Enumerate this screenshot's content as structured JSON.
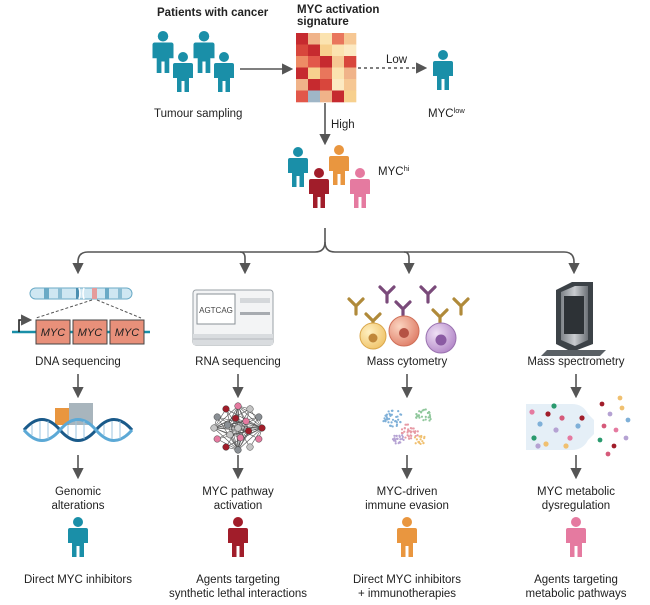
{
  "top": {
    "patients_label": "Patients with cancer",
    "tumour_sampling": "Tumour sampling",
    "signature_line1": "MYC activation",
    "signature_line2": "signature",
    "low_label": "Low",
    "high_label": "High",
    "myc_low_base": "MYC",
    "myc_low_sup": "low",
    "myc_hi_base": "MYC",
    "myc_hi_sup": "hi"
  },
  "columns": [
    {
      "method": "DNA sequencing",
      "gene_labels": [
        "MYC",
        "MYC",
        "MYC"
      ],
      "result_line1": "Genomic",
      "result_line2": "alterations",
      "therapy_line1": "Direct MYC inhibitors",
      "therapy_line2": "",
      "person_color": "#1a8fa8"
    },
    {
      "method": "RNA sequencing",
      "screen_text": "AGTCAG",
      "result_line1": "MYC pathway",
      "result_line2": "activation",
      "therapy_line1": "Agents targeting",
      "therapy_line2": "synthetic lethal interactions",
      "person_color": "#a11d2a"
    },
    {
      "method": "Mass cytometry",
      "result_line1": "MYC-driven",
      "result_line2": "immune evasion",
      "therapy_line1": "Direct MYC inhibitors",
      "therapy_line2": "+ immunotherapies",
      "person_color": "#e9963f"
    },
    {
      "method": "Mass spectrometry",
      "result_line1": "MYC metabolic",
      "result_line2": "dysregulation",
      "therapy_line1": "Agents targeting",
      "therapy_line2": "metabolic pathways",
      "person_color": "#e57aa0"
    }
  ],
  "colors": {
    "teal": "#1a8fa8",
    "crimson": "#a11d2a",
    "orange": "#e9963f",
    "pink": "#e57aa0",
    "arrow": "#555555",
    "gene_box": "#e8907a"
  },
  "heatmap": {
    "rows": [
      [
        "#c62a2f",
        "#f0b389",
        "#fbe3b0",
        "#e9765c",
        "#f6c793"
      ],
      [
        "#d8463c",
        "#c62a2f",
        "#f7d08e",
        "#fbe3b0",
        "#fce9c2"
      ],
      [
        "#ee8c65",
        "#e2574a",
        "#c62a2f",
        "#f6c793",
        "#d8463c"
      ],
      [
        "#c62a2f",
        "#f7d08e",
        "#e9765c",
        "#fbe3b0",
        "#f0b389"
      ],
      [
        "#f0b389",
        "#c62a2f",
        "#d8463c",
        "#fce9c2",
        "#f6c793"
      ],
      [
        "#e2574a",
        "#9fb6c7",
        "#f0b389",
        "#c62a2f",
        "#f7d08e"
      ]
    ]
  }
}
